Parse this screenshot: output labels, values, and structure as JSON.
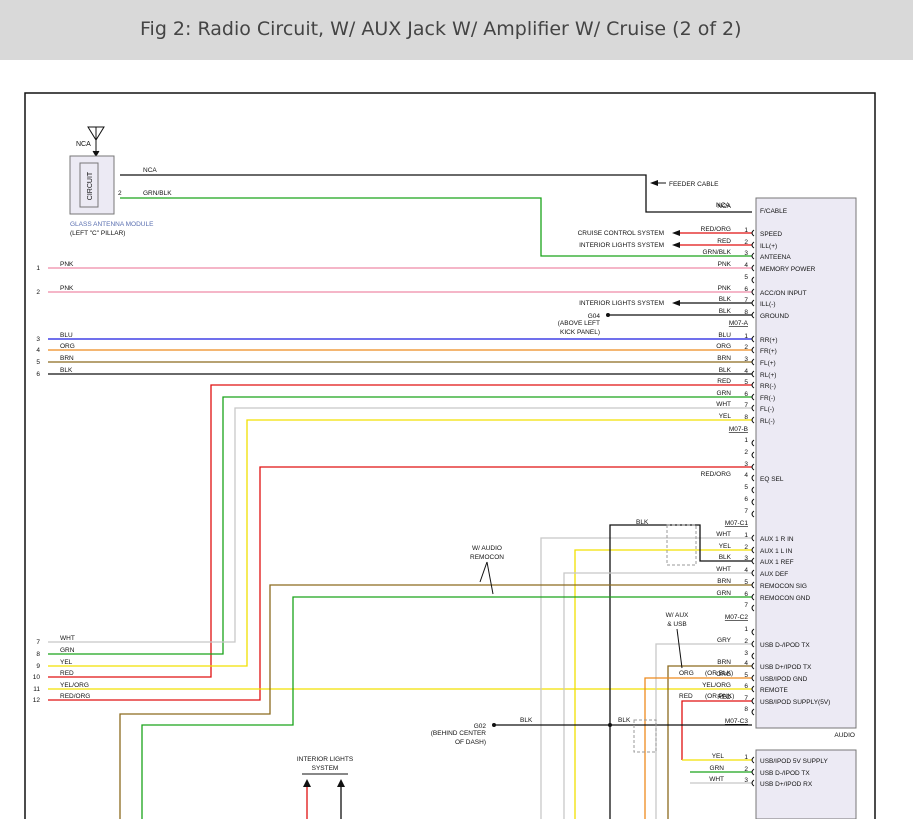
{
  "title": "Fig 2: Radio Circuit, W/ AUX Jack W/ Amplifier W/ Cruise (2 of 2)",
  "colors": {
    "header_bg": "#d9d9d9",
    "BLK": "#111111",
    "GRN": "#1aa31a",
    "RED": "#e01010",
    "PNK": "#ef8aa8",
    "BLU": "#1a1ae0",
    "ORG": "#ee8a1e",
    "BRN": "#8c6a1e",
    "WHT": "#c8c8c8",
    "YEL": "#f2e000",
    "GRY": "#9a9a9a",
    "connector_fill": "#eceaf4"
  },
  "antenna_module": {
    "label_line1": "GLASS ANTENNA MODULE",
    "label_line2": "(LEFT \"C\" PILLAR)",
    "box_label": "CIRCUIT",
    "top_label": "NCA",
    "pin2": "2",
    "wire_nca": "NCA",
    "wire_grnblk": "GRN/BLK"
  },
  "feeder": {
    "label": "FEEDER CABLE",
    "nca": "NCA"
  },
  "destinations": {
    "cruise": "CRUISE CONTROL SYSTEM",
    "interior1": "INTERIOR LIGHTS SYSTEM",
    "interior2": "INTERIOR LIGHTS SYSTEM",
    "g04": "G04",
    "g04_note1": "(ABOVE LEFT",
    "g04_note2": "KICK PANEL)",
    "aux_remocon1": "W/ AUDIO",
    "aux_remocon2": "REMOCON",
    "aux_usb1": "W/ AUX",
    "aux_usb2": "& USB",
    "g02": "G02",
    "g02_note1": "(BEHIND CENTER",
    "g02_note2": "OF DASH)",
    "bottom_interior1": "INTERIOR LIGHTS",
    "bottom_interior2": "SYSTEM",
    "blk_g02_a": "BLK",
    "blk_g02_b": "BLK",
    "blk_c1": "BLK",
    "orblk": "(OR BLK)",
    "orpnk": "(OR PNK)",
    "orgn": "ORG",
    "redn": "RED"
  },
  "connectors": {
    "A": "M07-A",
    "B": "M07-B",
    "C1": "M07-C1",
    "C2": "M07-C2",
    "C3": "M07-C3"
  },
  "audio_label": "AUDIO",
  "unit_pins": [
    {
      "num": "",
      "color": "NCA",
      "func": "F/CABLE"
    },
    {
      "num": "1",
      "color": "RED/ORG",
      "func": "SPEED"
    },
    {
      "num": "2",
      "color": "RED",
      "func": "ILL(+)"
    },
    {
      "num": "3",
      "color": "GRN/BLK",
      "func": "ANTEENA"
    },
    {
      "num": "4",
      "color": "PNK",
      "func": "MEMORY POWER"
    },
    {
      "num": "5",
      "color": "",
      "func": ""
    },
    {
      "num": "6",
      "color": "PNK",
      "func": "ACC/ON INPUT"
    },
    {
      "num": "7",
      "color": "BLK",
      "func": "ILL(-)"
    },
    {
      "num": "8",
      "color": "BLK",
      "func": "GROUND"
    },
    {
      "num": "1",
      "color": "BLU",
      "func": "RR(+)"
    },
    {
      "num": "2",
      "color": "ORG",
      "func": "FR(+)"
    },
    {
      "num": "3",
      "color": "BRN",
      "func": "FL(+)"
    },
    {
      "num": "4",
      "color": "BLK",
      "func": "RL(+)"
    },
    {
      "num": "5",
      "color": "RED",
      "func": "RR(-)"
    },
    {
      "num": "6",
      "color": "GRN",
      "func": "FR(-)"
    },
    {
      "num": "7",
      "color": "WHT",
      "func": "FL(-)"
    },
    {
      "num": "8",
      "color": "YEL",
      "func": "RL(-)"
    },
    {
      "num": "1",
      "color": "",
      "func": ""
    },
    {
      "num": "2",
      "color": "",
      "func": ""
    },
    {
      "num": "3",
      "color": "",
      "func": ""
    },
    {
      "num": "4",
      "color": "RED/ORG",
      "func": "EQ SEL"
    },
    {
      "num": "5",
      "color": "",
      "func": ""
    },
    {
      "num": "6",
      "color": "",
      "func": ""
    },
    {
      "num": "7",
      "color": "",
      "func": ""
    },
    {
      "num": "1",
      "color": "WHT",
      "func": "AUX 1 R IN"
    },
    {
      "num": "2",
      "color": "YEL",
      "func": "AUX 1 L IN"
    },
    {
      "num": "3",
      "color": "BLK",
      "func": "AUX 1 REF"
    },
    {
      "num": "4",
      "color": "WHT",
      "func": "AUX DEF"
    },
    {
      "num": "5",
      "color": "BRN",
      "func": "REMOCON SIG"
    },
    {
      "num": "6",
      "color": "GRN",
      "func": "REMOCON GND"
    },
    {
      "num": "7",
      "color": "",
      "func": ""
    },
    {
      "num": "1",
      "color": "",
      "func": ""
    },
    {
      "num": "2",
      "color": "GRY",
      "func": "USB D-/IPOD TX"
    },
    {
      "num": "3",
      "color": "",
      "func": ""
    },
    {
      "num": "4",
      "color": "BRN",
      "func": "USB D+/IPOD TX"
    },
    {
      "num": "5",
      "color": "ORG",
      "func": "USB/IPOD GND"
    },
    {
      "num": "6",
      "color": "YEL/ORG",
      "func": "REMOTE"
    },
    {
      "num": "7",
      "color": "RED",
      "func": "USB/IPOD SUPPLY(5V)"
    },
    {
      "num": "8",
      "color": "",
      "func": ""
    }
  ],
  "left_wires": [
    {
      "num": "1",
      "color": "PNK"
    },
    {
      "num": "2",
      "color": "PNK"
    },
    {
      "num": "3",
      "color": "BLU"
    },
    {
      "num": "4",
      "color": "ORG"
    },
    {
      "num": "5",
      "color": "BRN"
    },
    {
      "num": "6",
      "color": "BLK"
    },
    {
      "num": "7",
      "color": "WHT"
    },
    {
      "num": "8",
      "color": "GRN"
    },
    {
      "num": "9",
      "color": "YEL"
    },
    {
      "num": "10",
      "color": "RED"
    },
    {
      "num": "11",
      "color": "YEL/ORG"
    },
    {
      "num": "12",
      "color": "RED/ORG"
    }
  ],
  "usb_unit": [
    {
      "num": "1",
      "color": "YEL",
      "func": "USB/IPOD 5V SUPPLY"
    },
    {
      "num": "2",
      "color": "GRN",
      "func": "USB D-/IPOD TX"
    },
    {
      "num": "3",
      "color": "WHT",
      "func": "USB D+/IPOD RX"
    }
  ]
}
